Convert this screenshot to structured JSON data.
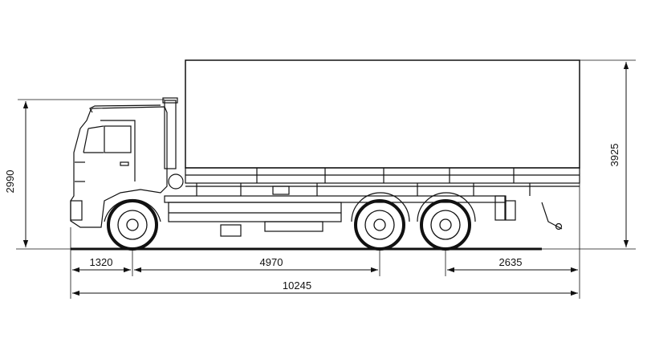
{
  "dimensions": {
    "cab_height": "2990",
    "total_height": "3925",
    "front_overhang": "1320",
    "wheelbase": "4970",
    "rear_overhang": "2635",
    "overall_length": "10245"
  },
  "colors": {
    "line": "#111111",
    "background": "#ffffff"
  }
}
